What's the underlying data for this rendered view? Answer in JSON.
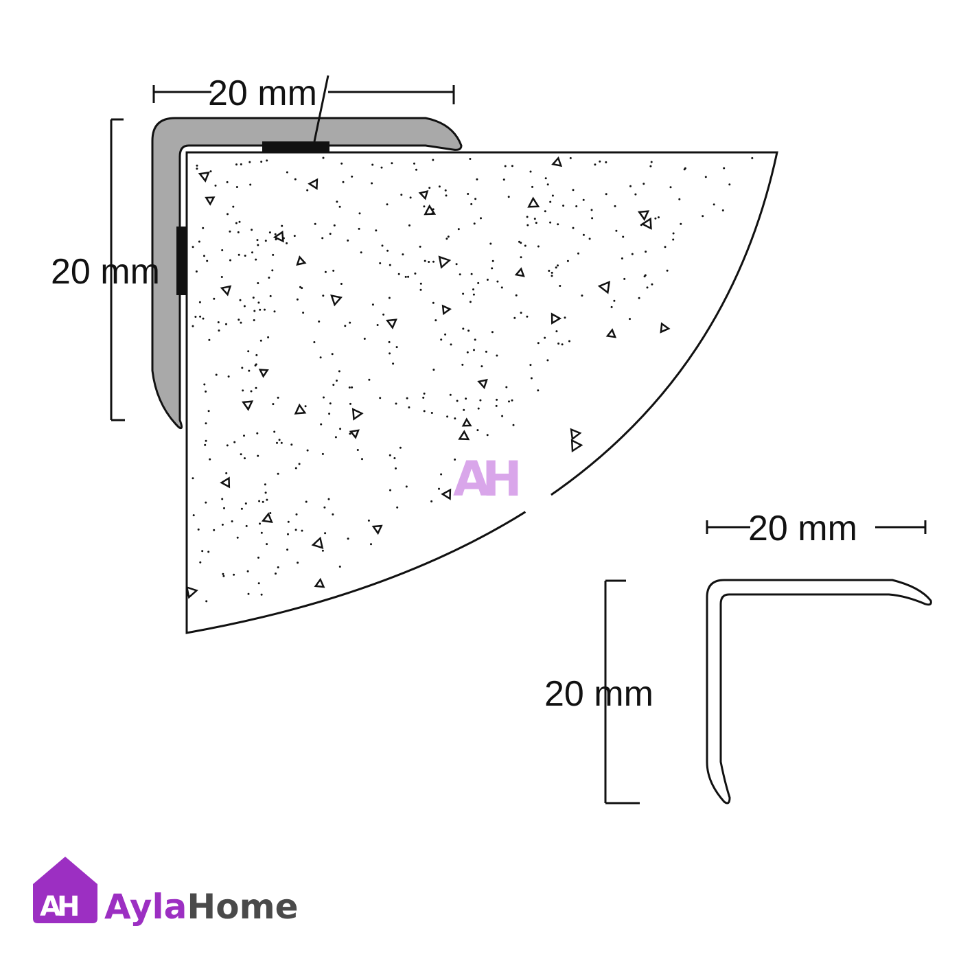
{
  "diagram": {
    "main_view": {
      "width_label": "20 mm",
      "height_label": "20 mm"
    },
    "profile_view": {
      "width_label": "20 mm",
      "height_label": "20 mm"
    },
    "watermark": "AH"
  },
  "logo": {
    "mark": "AH",
    "text_part1": "Ayla",
    "text_part2": "Home",
    "brand_color": "#9c2fc2",
    "text_color": "#4a4a4a"
  },
  "colors": {
    "profile_fill": "#a9a9a9",
    "line": "#111111",
    "watermark": "#d9a6ea"
  }
}
